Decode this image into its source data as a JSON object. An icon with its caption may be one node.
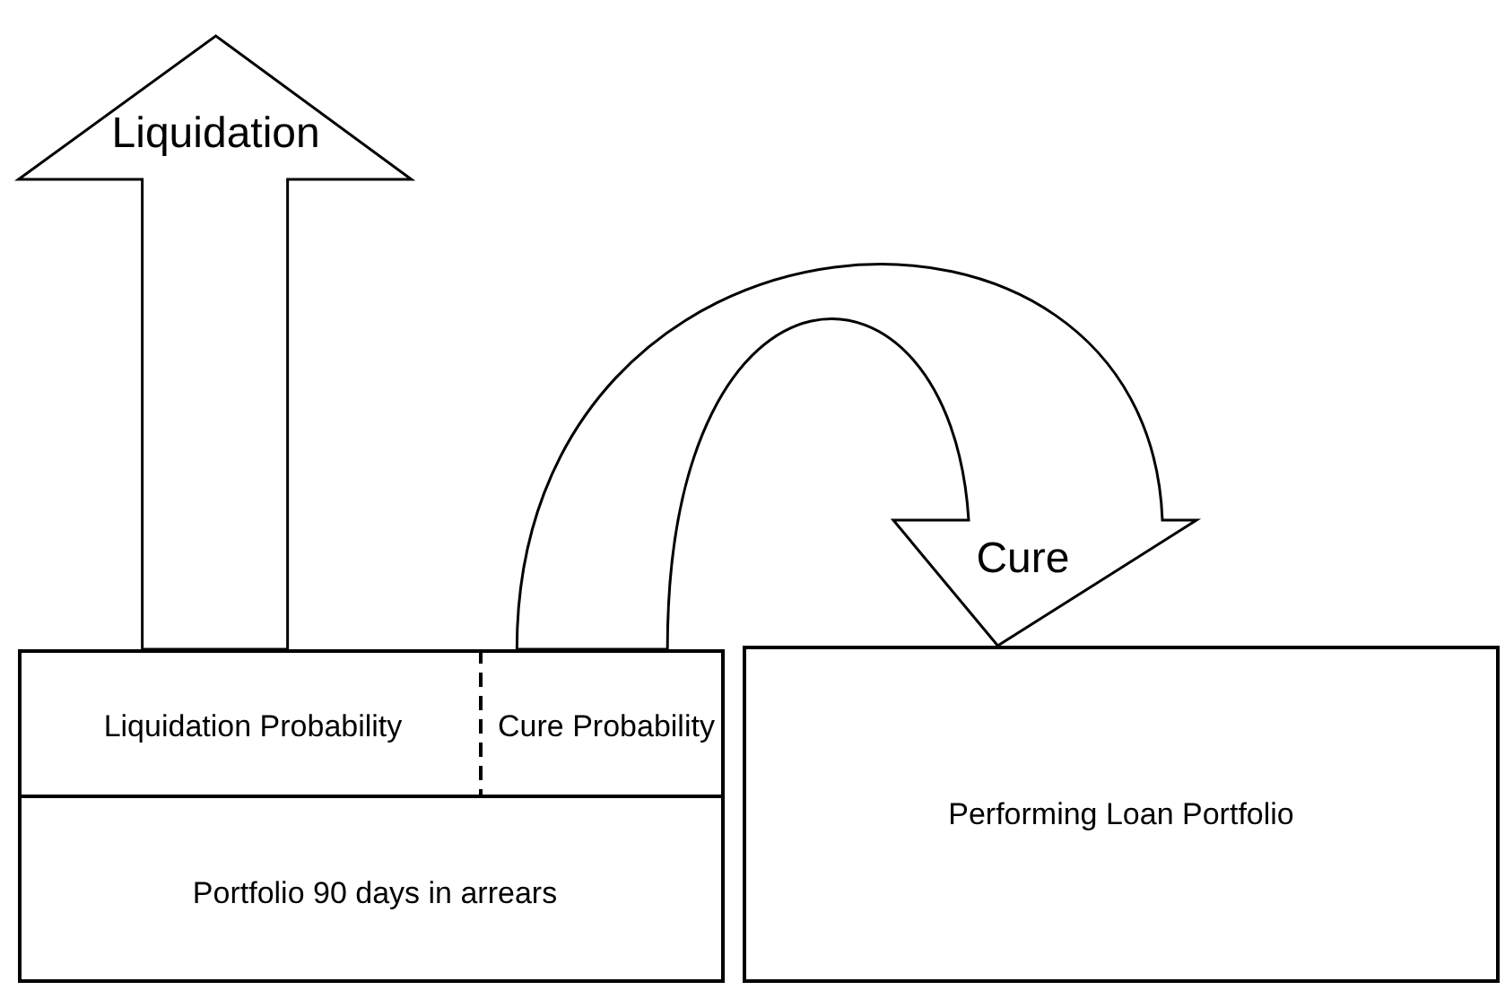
{
  "diagram": {
    "nodes": [
      {
        "text": [],
        "shape": "box"
      },
      {
        "text": [
          "Liquidation Probability"
        ],
        "in": 0
      },
      {
        "text": [
          "Cure Probability"
        ],
        "in": 0
      },
      {
        "text": [
          "Portfolio 90 days in arrears"
        ],
        "in": 0
      },
      {
        "text": [
          "Performing Loan Portfolio"
        ]
      }
    ],
    "edges": [
      {
        "from": 0,
        "to": null,
        "arrow": "to",
        "label": "Liquidation",
        "style": "thick"
      },
      {
        "from": 0,
        "to": 4,
        "arrow": "to",
        "label": "Cure",
        "style": "thick"
      }
    ]
  }
}
